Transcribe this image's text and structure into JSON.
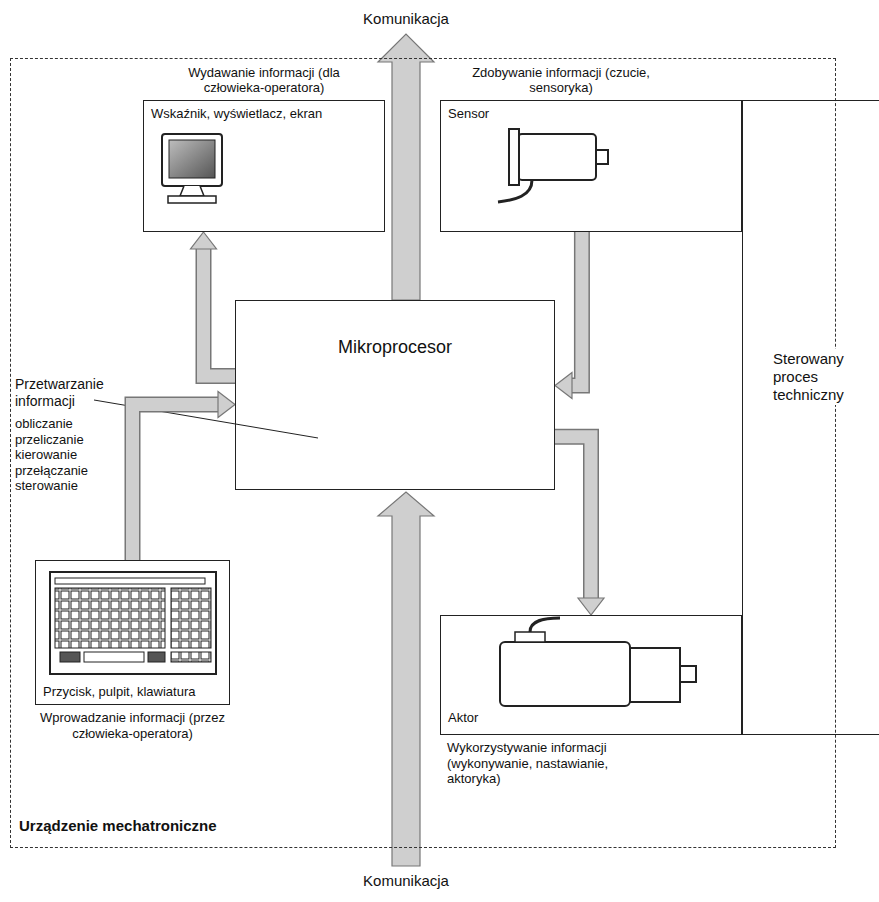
{
  "diagram": {
    "nodes": [
      {
        "text": [
          "Urządzenie mechatroniczne"
        ]
      },
      {
        "text": [
          "Wydawanie informacji (dla człowieka-operatora)",
          "Wskaźnik, wyświetlacz, ekran"
        ],
        "in": 0
      },
      {
        "text": [
          "Zdobywanie informacji (czucie, sensoryka)",
          "Sensor"
        ],
        "in": 0
      },
      {
        "text": [
          "Mikroprocesor"
        ],
        "in": 0
      },
      {
        "text": [
          "Przycisk, pulpit, klawiatura",
          "Wprowadzanie informacji (przez człowieka-operatora)"
        ],
        "in": 0
      },
      {
        "text": [
          "Aktor",
          "Wykorzystywanie informacji (wykonywanie, nastawianie, aktoryka)"
        ],
        "in": 0
      },
      {
        "text": [
          "Sterowany proces techniczny"
        ]
      }
    ],
    "edges": [
      {
        "from": 3,
        "to": 1,
        "arrow": "to"
      },
      {
        "from": 2,
        "to": 3,
        "arrow": "to"
      },
      {
        "from": 4,
        "to": 3,
        "arrow": "to"
      },
      {
        "from": 3,
        "to": 5,
        "arrow": "to"
      }
    ],
    "labels": [
      "Komunikacja",
      "Przetwarzanie informacji",
      "obliczanie przeliczanie kierowanie przełączanie sterowanie",
      "Komunikacja"
    ]
  }
}
